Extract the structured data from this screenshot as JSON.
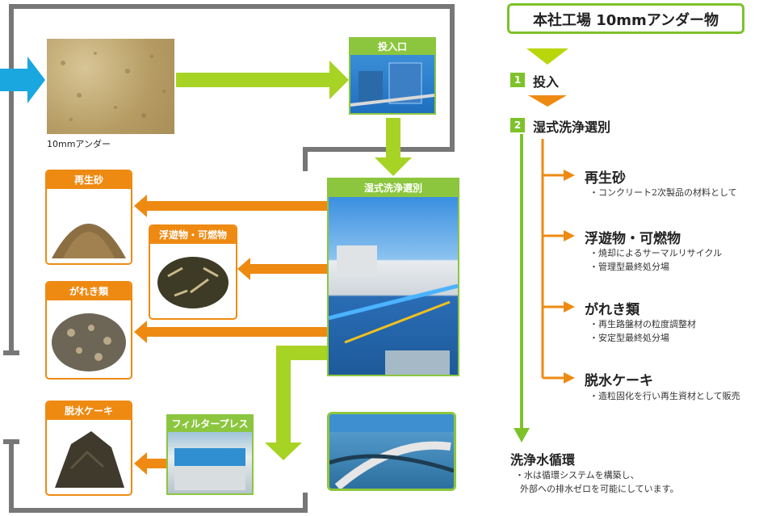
{
  "title": "本社工場 10mmアンダー物",
  "flow": {
    "input_caption": "10mmアンダー",
    "hopper_label": "投入口",
    "wash_label": "湿式洗浄選別",
    "filter_label": "フィルタープレス",
    "products": {
      "sand": "再生砂",
      "float": "浮遊物・可燃物",
      "gravel": "がれき類",
      "cake": "脱水ケーキ"
    }
  },
  "steps": [
    {
      "num": "1",
      "label": "投入"
    },
    {
      "num": "2",
      "label": "湿式洗浄選別"
    }
  ],
  "outputs": [
    {
      "heading": "再生砂",
      "lines": [
        "・コンクリート2次製品の材料として"
      ]
    },
    {
      "heading": "浮遊物・可燃物",
      "lines": [
        "・焼却によるサーマルリサイクル",
        "・管理型最終処分場"
      ]
    },
    {
      "heading": "がれき類",
      "lines": [
        "・再生路盤材の粒度調整材",
        "・安定型最終処分場"
      ]
    },
    {
      "heading": "脱水ケーキ",
      "lines": [
        "・造粒固化を行い再生資材として販売"
      ]
    }
  ],
  "water": {
    "heading": "洗浄水循環",
    "lines": [
      "・水は循環システムを構築し、",
      "外部への排水ゼロを可能にしています。"
    ]
  },
  "colors": {
    "green": "#8cc63f",
    "orange": "#ee8a12",
    "cyan": "#1aa7e0",
    "frame": "#777777"
  }
}
